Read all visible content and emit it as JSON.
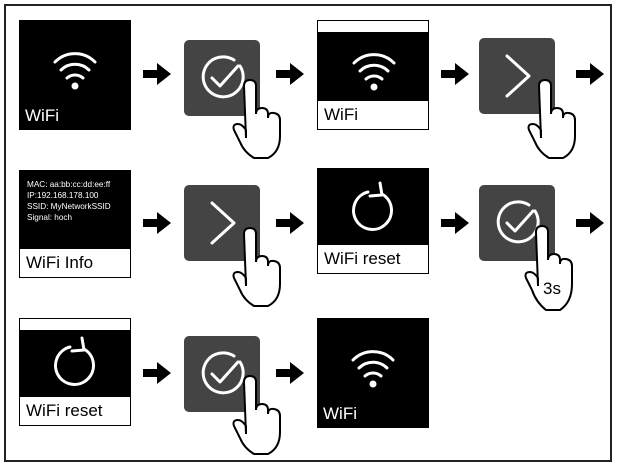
{
  "panels": {
    "wifi_label": "WiFi",
    "wifi_info_label": "WiFi Info",
    "wifi_reset_label": "WiFi reset"
  },
  "info_screen": {
    "line1": "MAC: aa:bb:cc:dd:ee:ff",
    "line2": "IP:192.168.178.100",
    "line3": "SSID: MyNetworkSSID",
    "line4": "Signal: hoch"
  },
  "hold_badge": "3s",
  "colors": {
    "panel": "#000000",
    "button": "#444444",
    "outline": "#222222"
  }
}
